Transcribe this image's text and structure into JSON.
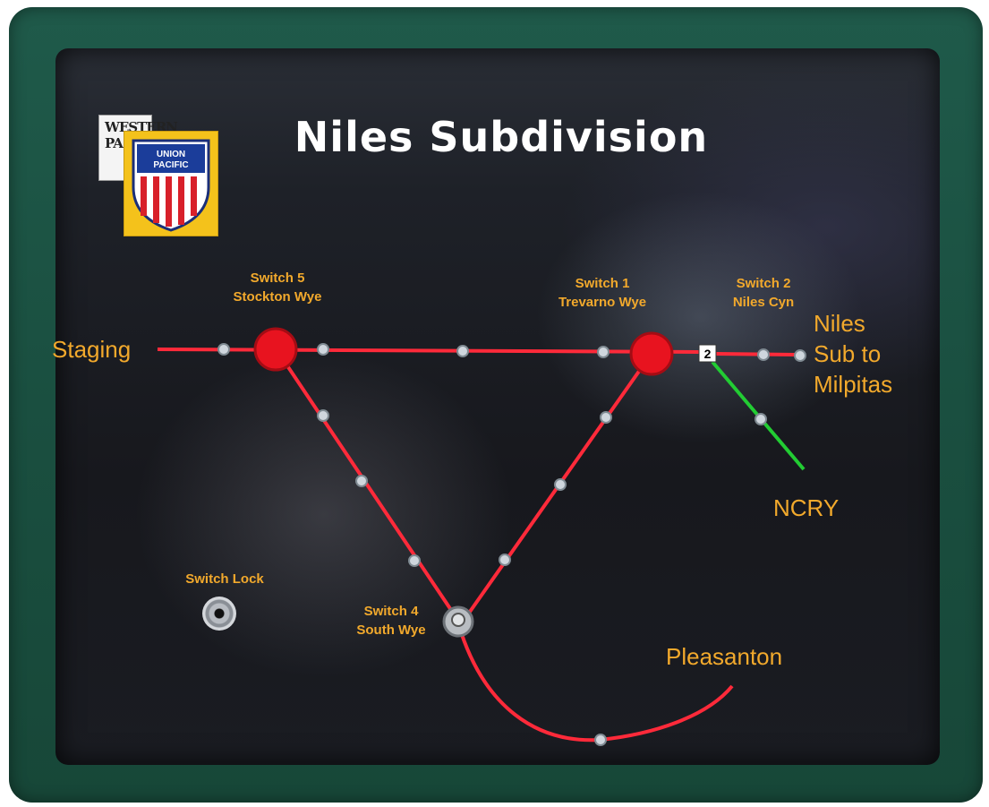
{
  "panel": {
    "title": "Niles Subdivision",
    "logos": {
      "western_pacific": "WESTERN PACIFIC",
      "union_pacific": "UNION PACIFIC"
    },
    "labels": {
      "staging": "Staging",
      "switch5_line1": "Switch 5",
      "switch5_line2": "Stockton Wye",
      "switch1_line1": "Switch 1",
      "switch1_line2": "Trevarno Wye",
      "switch2_line1": "Switch 2",
      "switch2_line2": "Niles Cyn",
      "niles_line1": "Niles",
      "niles_line2": "Sub to",
      "niles_line3": "Milpitas",
      "ncry": "NCRY",
      "switch_lock": "Switch Lock",
      "switch4_line1": "Switch 4",
      "switch4_line2": "South Wye",
      "pleasanton": "Pleasanton",
      "switch2_marker": "2"
    },
    "colors": {
      "track_main": "#ff2a3a",
      "track_ncry": "#22cc33",
      "label": "#f2a92c",
      "title": "#ffffff",
      "frame": "#1f5a4a",
      "button": "#e8131f"
    }
  }
}
